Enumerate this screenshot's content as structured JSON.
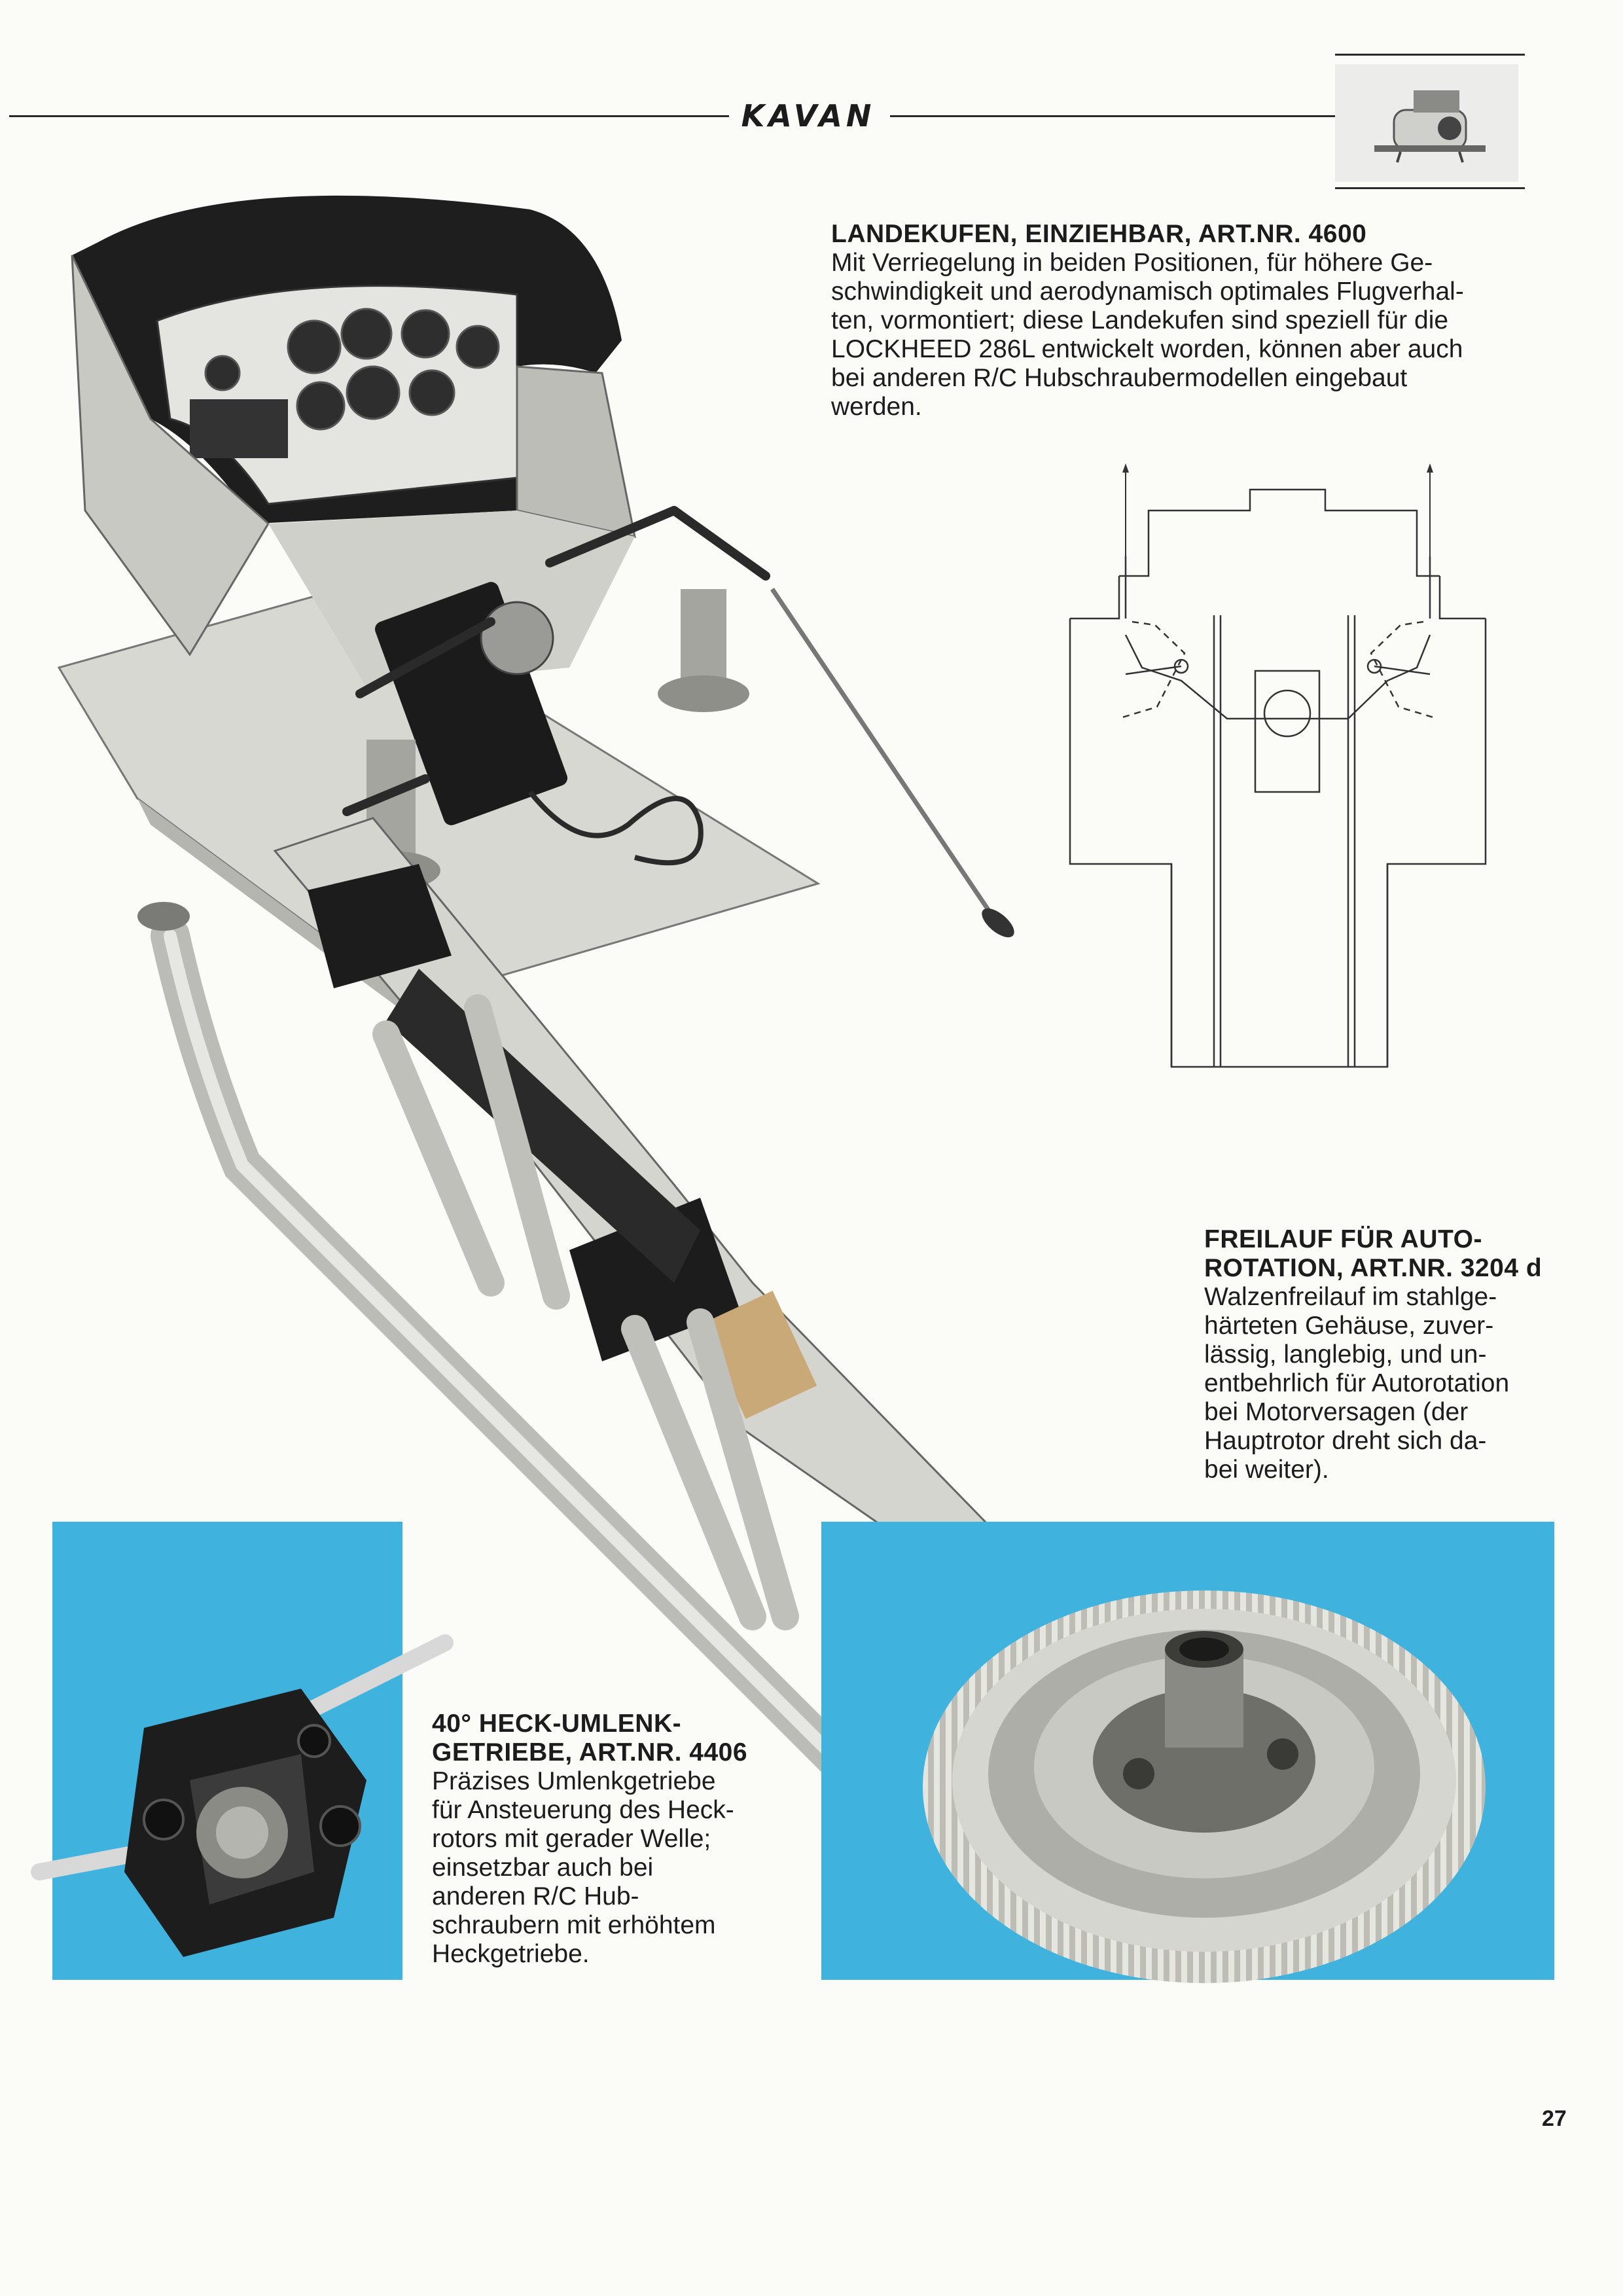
{
  "header": {
    "logo_text": "KAVAN"
  },
  "section_landekufen": {
    "heading": "LANDEKUFEN, EINZIEHBAR, ART.NR. 4600",
    "lines": [
      "Mit Verriegelung in beiden Positionen, für höhere Ge-",
      "schwindigkeit und aerodynamisch optimales Flugverhal-",
      "ten, vormontiert; diese Landekufen sind speziell für die",
      "LOCKHEED 286L entwickelt worden, können aber auch",
      "bei anderen R/C Hubschraubermodellen eingebaut",
      "werden."
    ]
  },
  "section_freilauf": {
    "heading_lines": [
      "FREILAUF FÜR AUTO-",
      "ROTATION, ART.NR. 3204 d"
    ],
    "lines": [
      "Walzenfreilauf im stahlge-",
      "härteten Gehäuse, zuver-",
      "lässig, langlebig, und un-",
      "entbehrlich für Autorotation",
      "bei Motorversagen (der",
      "Hauptrotor dreht sich da-",
      "bei weiter)."
    ]
  },
  "section_heck": {
    "heading_lines": [
      "40° HECK-UMLENK-",
      "GETRIEBE, ART.NR. 4406"
    ],
    "lines": [
      "Präzises Umlenkgetriebe",
      "für Ansteuerung des Heck-",
      "rotors mit gerader Welle;",
      "einsetzbar auch bei",
      "anderen R/C Hub-",
      "schraubern mit erhöhtem",
      "Heckgetriebe."
    ]
  },
  "page_number": "27",
  "colors": {
    "accent_blue": "#3fb2de",
    "ink": "#1c1c1c",
    "paper": "#fbfbf8"
  }
}
